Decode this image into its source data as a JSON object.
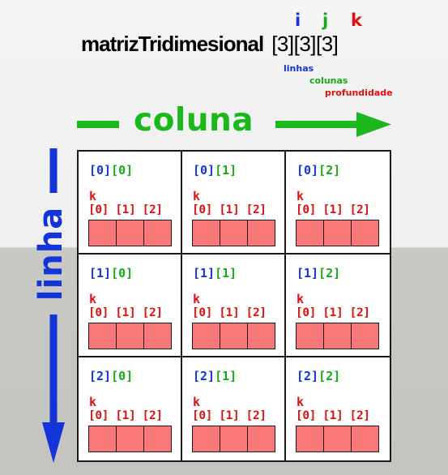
{
  "title": {
    "name": "matrizTridimesional",
    "dims": "[3][3][3]"
  },
  "index_letters": [
    {
      "letter": "i",
      "color": "#1434d8"
    },
    {
      "letter": "j",
      "color": "#18a818"
    },
    {
      "letter": "k",
      "color": "#e01010"
    }
  ],
  "index_legend": [
    {
      "word": "linhas",
      "color": "#1434d8"
    },
    {
      "word": "colunas",
      "color": "#18a818"
    },
    {
      "word": "profundidade",
      "color": "#e01010"
    }
  ],
  "axes": {
    "column_label": "coluna",
    "row_label": "linha",
    "column_color": "#1bb81b",
    "row_color": "#1434d8"
  },
  "colors": {
    "row_index": "#1434d8",
    "col_index": "#18a818",
    "depth": "#e01010",
    "box_fill": "#f87878"
  },
  "cells": [
    {
      "i": "[0]",
      "j": "[0]",
      "k": "k",
      "k_indices": "[0] [1] [2]"
    },
    {
      "i": "[0]",
      "j": "[1]",
      "k": "k",
      "k_indices": "[0] [1] [2]"
    },
    {
      "i": "[0]",
      "j": "[2]",
      "k": "k",
      "k_indices": "[0] [1] [2]"
    },
    {
      "i": "[1]",
      "j": "[0]",
      "k": "k",
      "k_indices": "[0] [1] [2]"
    },
    {
      "i": "[1]",
      "j": "[1]",
      "k": "k",
      "k_indices": "[0] [1] [2]"
    },
    {
      "i": "[1]",
      "j": "[2]",
      "k": "k",
      "k_indices": "[0] [1] [2]"
    },
    {
      "i": "[2]",
      "j": "[0]",
      "k": "k",
      "k_indices": "[0] [1] [2]"
    },
    {
      "i": "[2]",
      "j": "[1]",
      "k": "k",
      "k_indices": "[0] [1] [2]"
    },
    {
      "i": "[2]",
      "j": "[2]",
      "k": "k",
      "k_indices": "[0] [1] [2]"
    }
  ]
}
